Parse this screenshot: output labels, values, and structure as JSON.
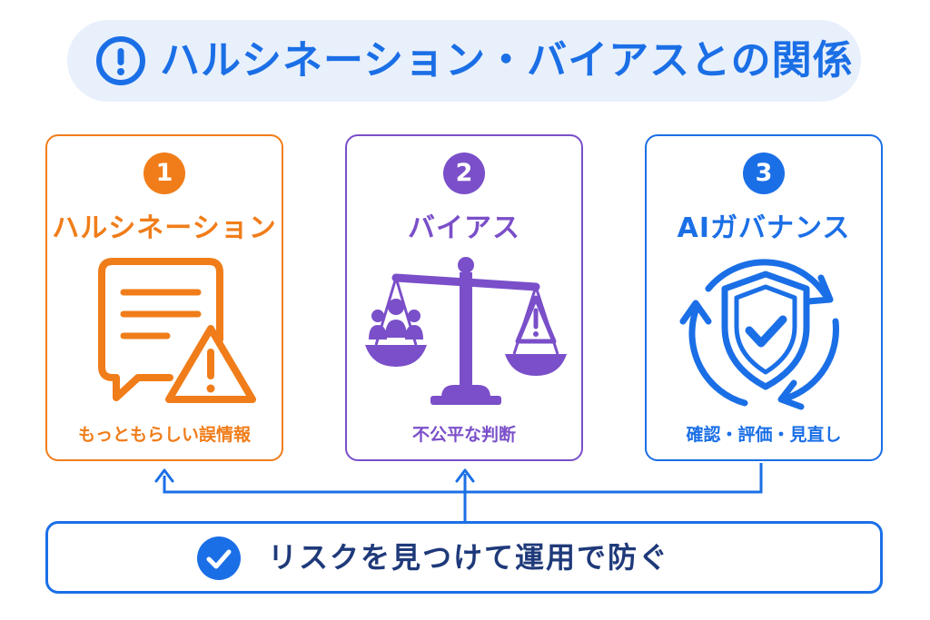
{
  "colors": {
    "title_bg": "#e8f0fc",
    "title_text": "#1b6fe6",
    "orange": "#f07d1a",
    "purple": "#7a4fc9",
    "blue": "#1b6fe6",
    "navy": "#1f3a7a"
  },
  "title": {
    "text": "ハルシネーション・バイアスとの関係",
    "icon": "exclamation-circle-icon"
  },
  "cards": [
    {
      "number": "1",
      "title": "ハルシネーション",
      "caption": "もっともらしい誤情報",
      "icon": "chat-bubble-warning-icon"
    },
    {
      "number": "2",
      "title": "バイアス",
      "caption": "不公平な判断",
      "icon": "balance-scale-icon"
    },
    {
      "number": "3",
      "title": "AIガバナンス",
      "caption": "確認・評価・見直し",
      "icon": "shield-cycle-icon"
    }
  ],
  "bottom": {
    "text": "リスクを見つけて運用で防ぐ",
    "icon": "check-circle-icon"
  }
}
